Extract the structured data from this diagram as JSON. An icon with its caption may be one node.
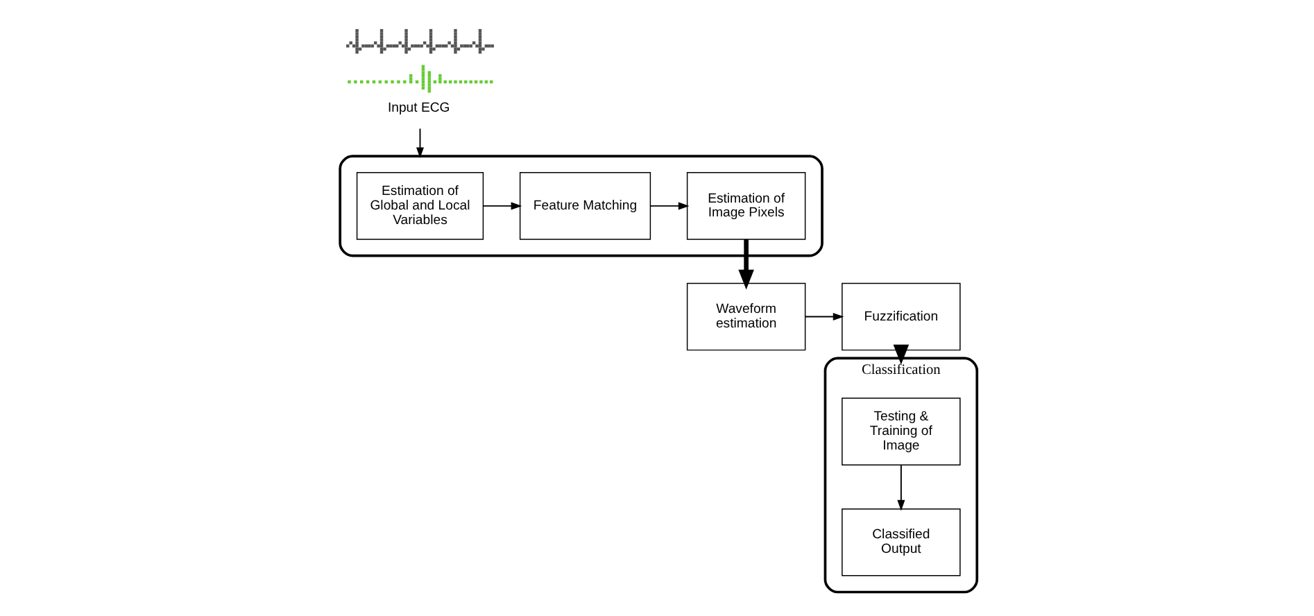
{
  "diagram": {
    "nodes": [
      {
        "text": [],
        "shape": "picture",
        "beside": [
          "Input ECG"
        ]
      },
      {
        "text": [],
        "shape": "box"
      },
      {
        "text": [
          "Estimation of Global and Local Variables"
        ],
        "in": 1
      },
      {
        "text": [
          "Feature Matching"
        ],
        "in": 1
      },
      {
        "text": [
          "Estimation of Image Pixels"
        ],
        "in": 1
      },
      {
        "text": [
          "Waveform estimation"
        ]
      },
      {
        "text": [
          "Fuzzification"
        ]
      },
      {
        "text": [
          "Classification"
        ]
      },
      {
        "text": [
          "Testing & Training of Image"
        ],
        "in": 7
      },
      {
        "text": [
          "Classified Output"
        ],
        "in": 7
      }
    ],
    "edges": [
      {
        "from": 0,
        "to": 1,
        "arrow": "to"
      },
      {
        "from": 2,
        "to": 3,
        "arrow": "to"
      },
      {
        "from": 3,
        "to": 4,
        "arrow": "to"
      },
      {
        "from": 4,
        "to": 5,
        "arrow": "to",
        "style": "thick"
      },
      {
        "from": 5,
        "to": 6,
        "arrow": "to"
      },
      {
        "from": 6,
        "to": 7,
        "arrow": "to",
        "style": "thick"
      },
      {
        "from": 8,
        "to": 9,
        "arrow": "to"
      }
    ]
  }
}
